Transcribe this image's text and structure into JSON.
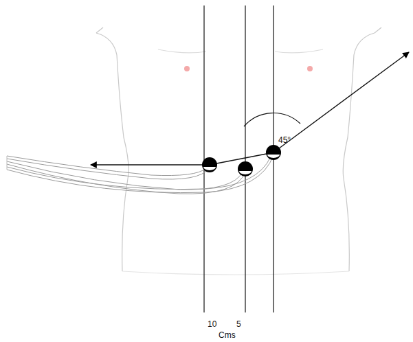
{
  "diagram": {
    "labels": [
      "45°",
      "10",
      "5",
      "Cms"
    ]
  }
}
